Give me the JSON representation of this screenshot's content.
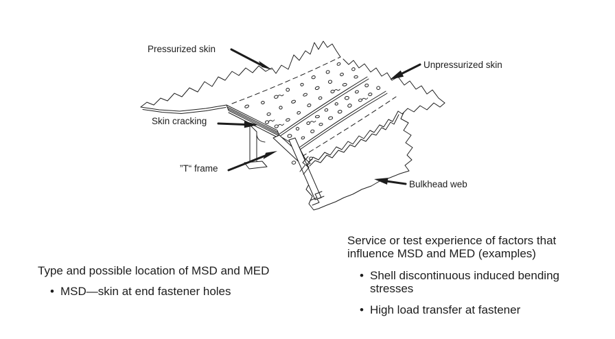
{
  "colors": {
    "ink": "#1c1c1c",
    "background": "#ffffff"
  },
  "glyphs": {
    "bullet": "•"
  },
  "diagram": {
    "labels": {
      "pressurized_skin": "Pressurized skin",
      "unpressurized_skin": "Unpressurized skin",
      "skin_cracking": "Skin cracking",
      "t_frame": "”T“ frame",
      "bulkhead_web": "Bulkhead web"
    }
  },
  "notes_left": {
    "title": "Type and possible location of MSD and MED",
    "bullets": [
      "MSD—skin at end fastener holes"
    ]
  },
  "notes_right": {
    "title": "Service or test experience of factors that influence MSD and MED (examples)",
    "bullets": [
      "Shell discontinuous induced bending stresses",
      "High load transfer at fastener"
    ]
  }
}
